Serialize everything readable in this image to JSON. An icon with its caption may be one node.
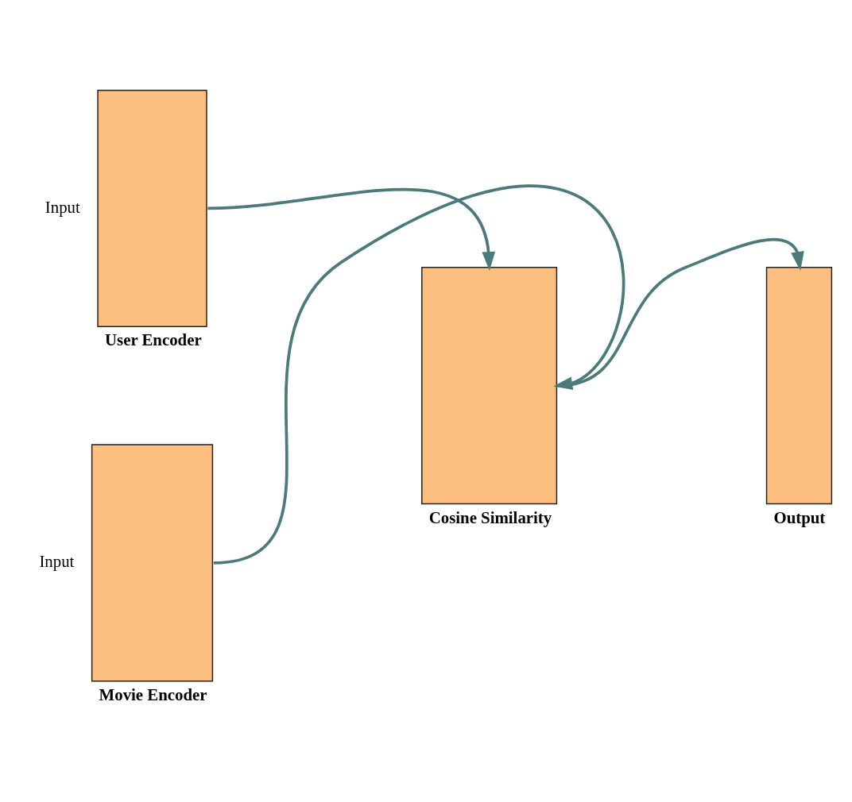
{
  "diagram": {
    "nodes": [
      {
        "text": [
          "User Encoder"
        ],
        "beside": [
          "Input"
        ]
      },
      {
        "text": [
          "Movie Encoder"
        ],
        "beside": [
          "Input"
        ]
      },
      {
        "text": [
          "Cosine Similarity"
        ]
      },
      {
        "text": [
          "Output"
        ]
      }
    ],
    "edges": [
      {
        "from": 0,
        "to": 2,
        "arrow": "to"
      },
      {
        "from": 1,
        "to": 2,
        "arrow": "to"
      },
      {
        "from": 2,
        "to": 3,
        "arrow": "to"
      }
    ]
  }
}
